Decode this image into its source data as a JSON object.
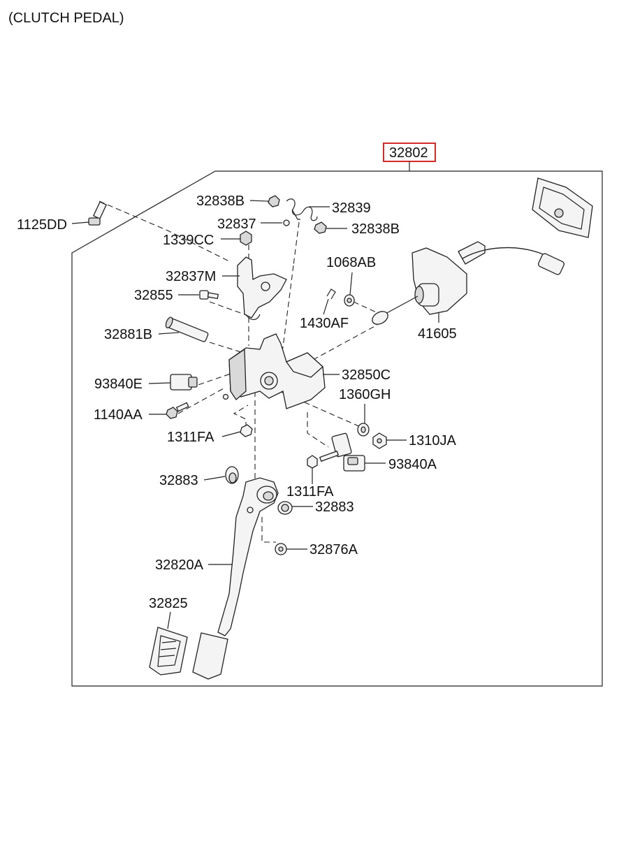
{
  "title": "(CLUTCH PEDAL)",
  "assembly": {
    "number": "32802",
    "highlight_color": "#d42a2a"
  },
  "labels": [
    {
      "id": "1125DD",
      "text": "1125DD"
    },
    {
      "id": "32838B-top",
      "text": "32838B"
    },
    {
      "id": "32839",
      "text": "32839"
    },
    {
      "id": "32837",
      "text": "32837"
    },
    {
      "id": "32838B-right",
      "text": "32838B"
    },
    {
      "id": "1339CC",
      "text": "1339CC"
    },
    {
      "id": "32837M",
      "text": "32837M"
    },
    {
      "id": "1068AB",
      "text": "1068AB"
    },
    {
      "id": "32855",
      "text": "32855"
    },
    {
      "id": "1430AF",
      "text": "1430AF"
    },
    {
      "id": "41605",
      "text": "41605"
    },
    {
      "id": "32881B",
      "text": "32881B"
    },
    {
      "id": "32850C",
      "text": "32850C"
    },
    {
      "id": "93840E",
      "text": "93840E"
    },
    {
      "id": "1360GH",
      "text": "1360GH"
    },
    {
      "id": "1140AA",
      "text": "1140AA"
    },
    {
      "id": "1311FA-upper",
      "text": "1311FA"
    },
    {
      "id": "1310JA",
      "text": "1310JA"
    },
    {
      "id": "93840A",
      "text": "93840A"
    },
    {
      "id": "32883-left",
      "text": "32883"
    },
    {
      "id": "1311FA-lower",
      "text": "1311FA"
    },
    {
      "id": "32883-right",
      "text": "32883"
    },
    {
      "id": "32876A",
      "text": "32876A"
    },
    {
      "id": "32820A",
      "text": "32820A"
    },
    {
      "id": "32825",
      "text": "32825"
    }
  ]
}
